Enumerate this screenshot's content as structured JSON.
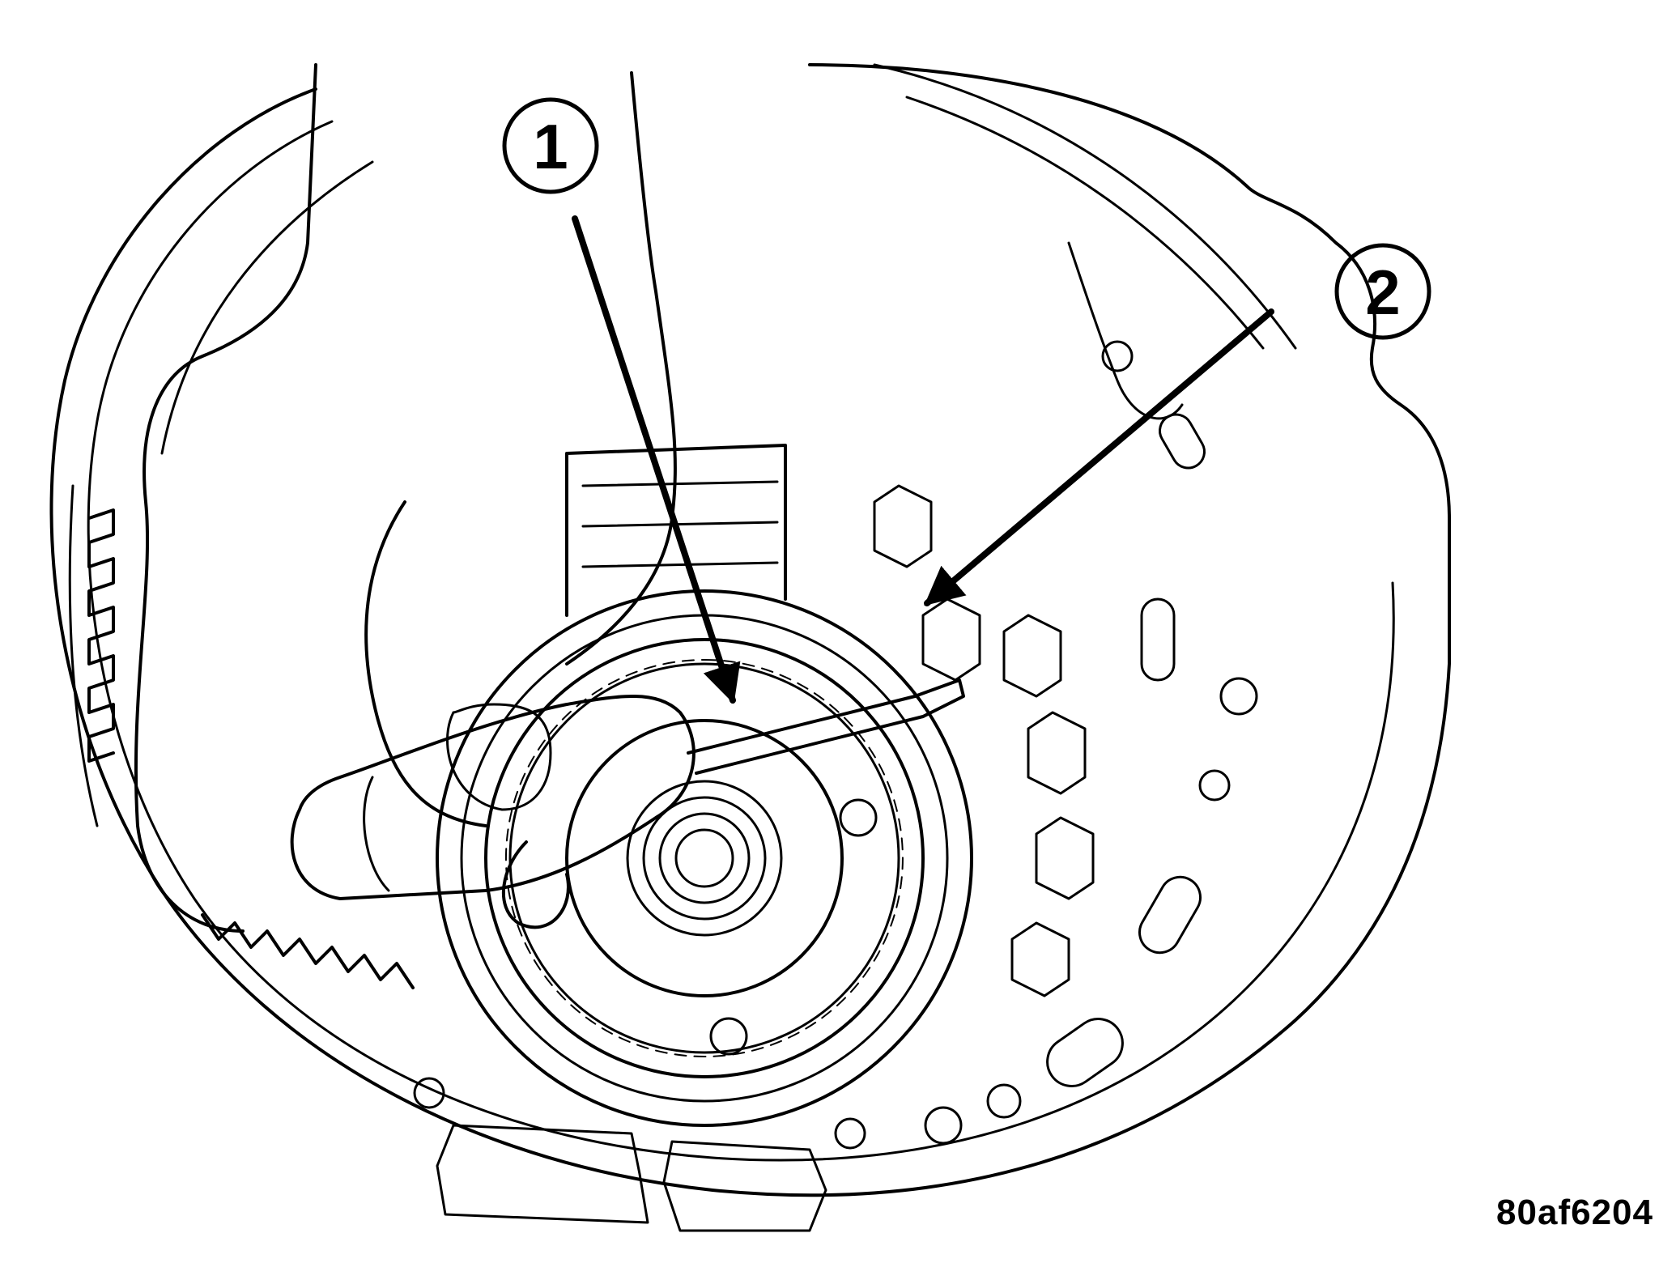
{
  "figure": {
    "figure_id": "80af6204",
    "callouts": [
      {
        "number": "1"
      },
      {
        "number": "2"
      }
    ]
  }
}
